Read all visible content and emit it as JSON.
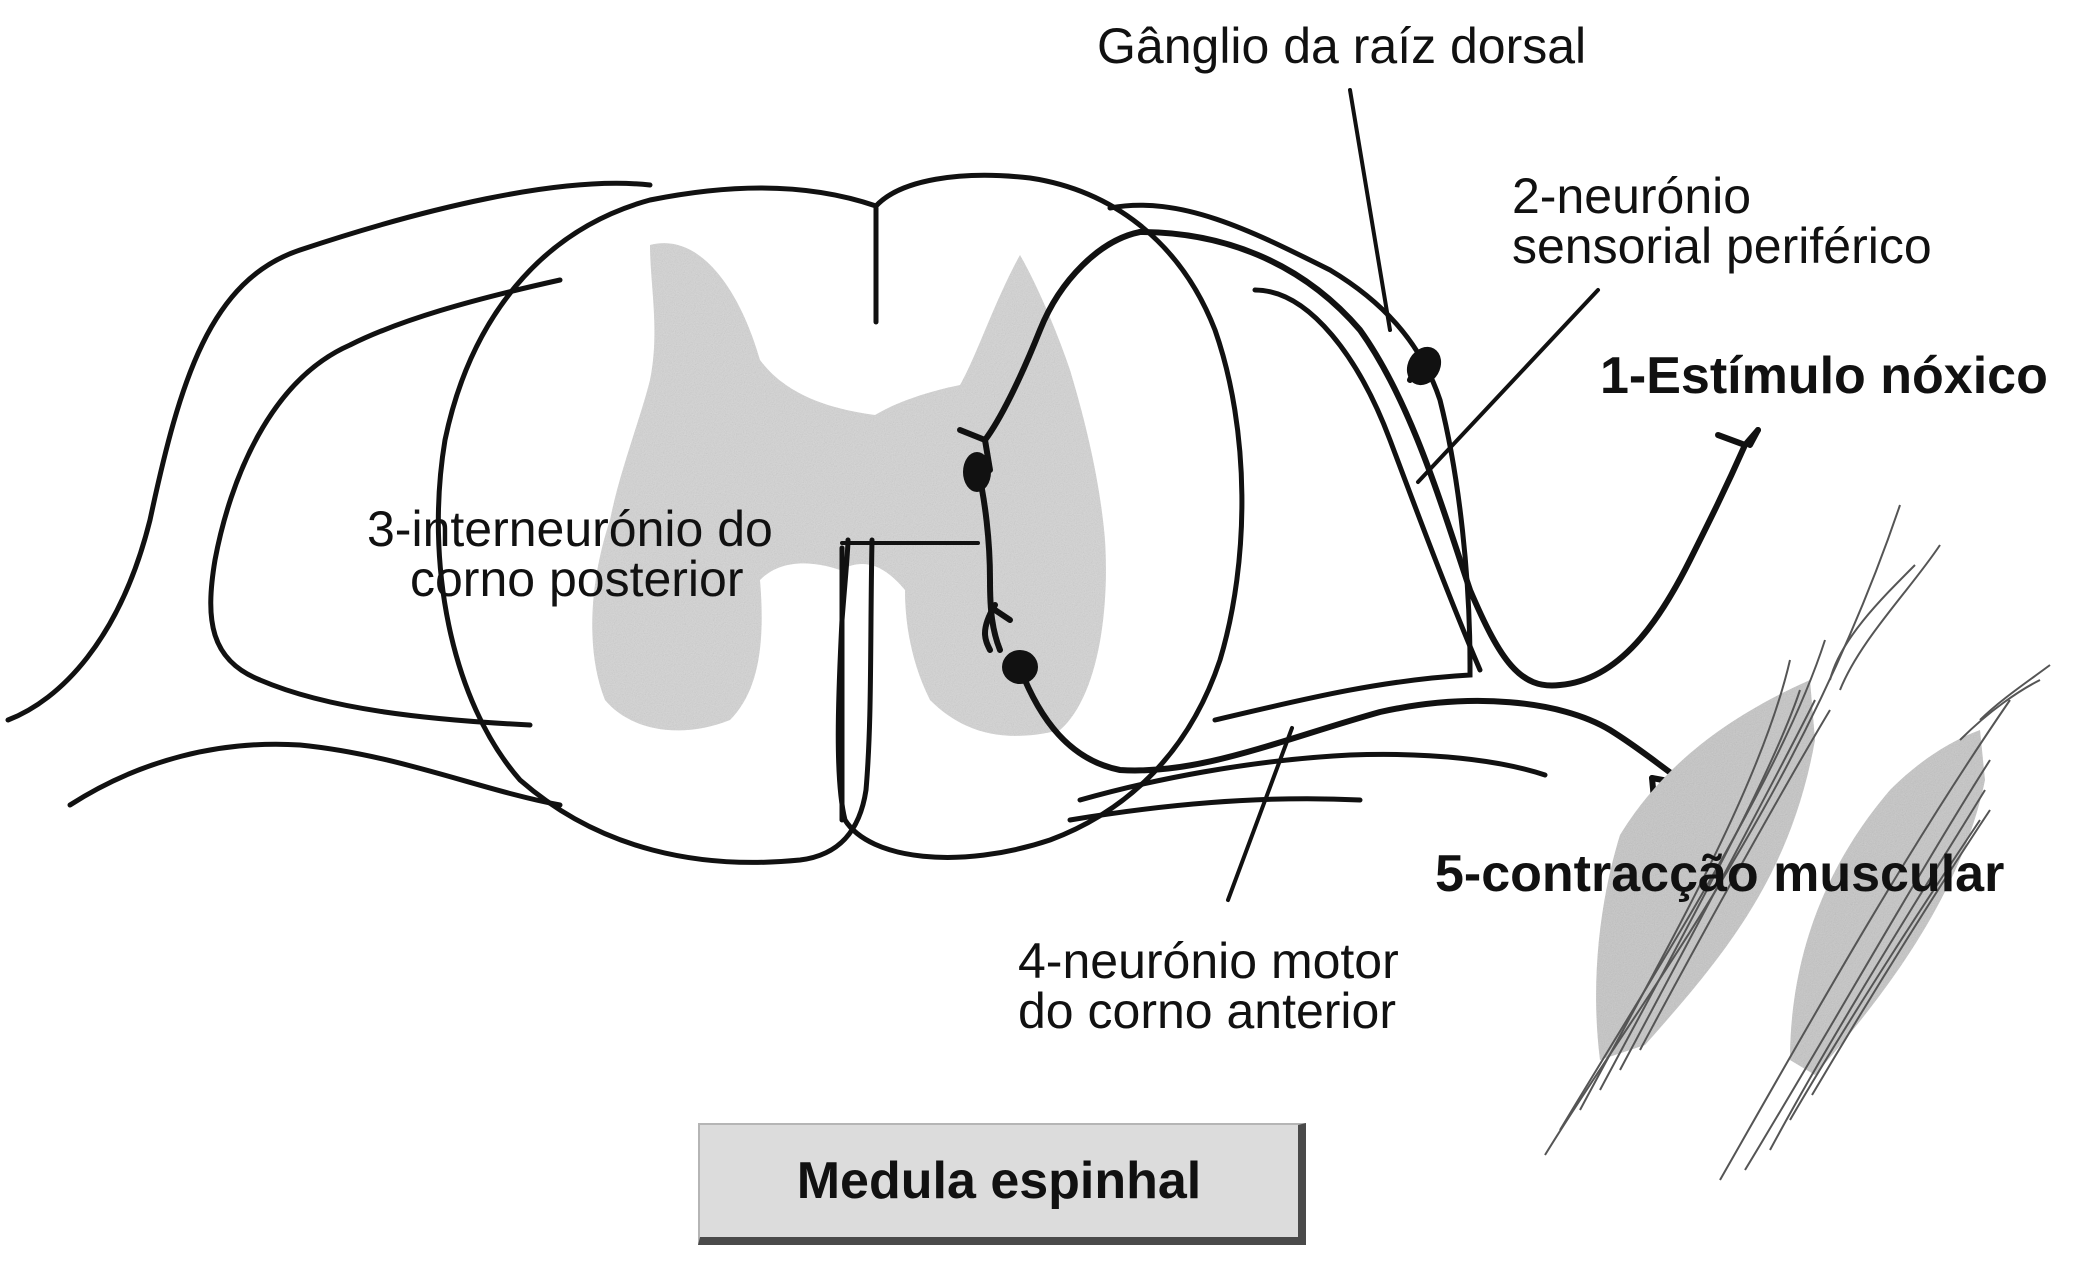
{
  "labels": {
    "ganglion": "Gânglio da raíz dorsal",
    "sensory_line1": "2-neurónio",
    "sensory_line2": "sensorial periférico",
    "stimulus": "1-Estímulo nóxico",
    "interneuron_line1": "3-interneurónio do",
    "interneuron_line2": "corno posterior",
    "muscle": "5-contracção muscular",
    "motor_line1": "4-neurónio motor",
    "motor_line2": "do corno anterior"
  },
  "title": "Medula espinhal",
  "colors": {
    "line": "#111111",
    "grey_matter": "#d4d4d4",
    "muscle_shade": "#c6c6c6",
    "title_bg": "#dcdcdc"
  }
}
